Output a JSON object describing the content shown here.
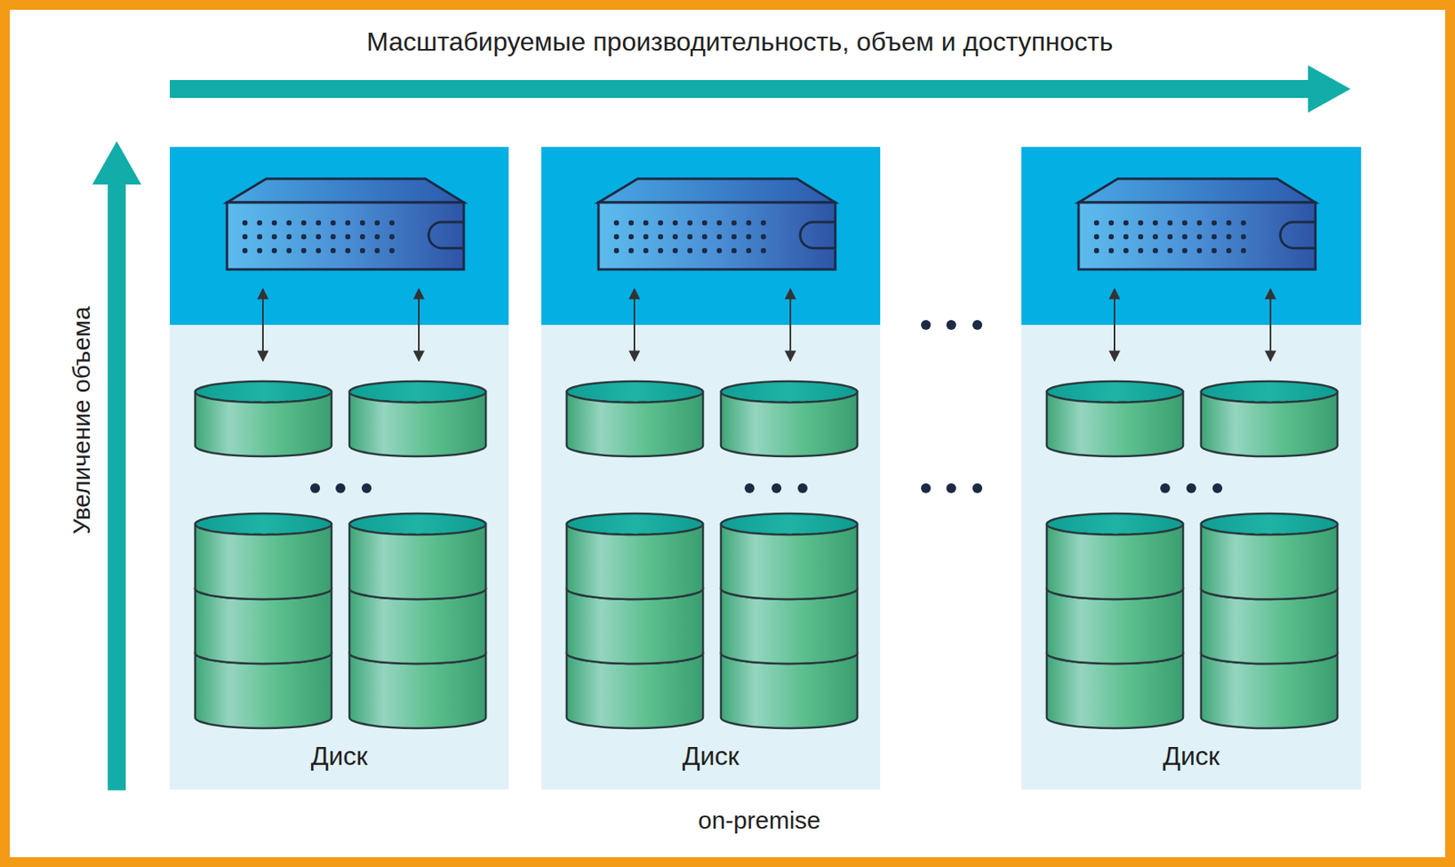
{
  "diagram": {
    "nodes": [
      {
        "text": [
          "Диск"
        ]
      },
      {
        "text": [
          "Диск"
        ]
      },
      {
        "text": [
          "Диск"
        ]
      }
    ],
    "labels": [
      "Масштабируемые производительность, объем и доступность",
      "Увеличение объема",
      "on-premise"
    ]
  }
}
